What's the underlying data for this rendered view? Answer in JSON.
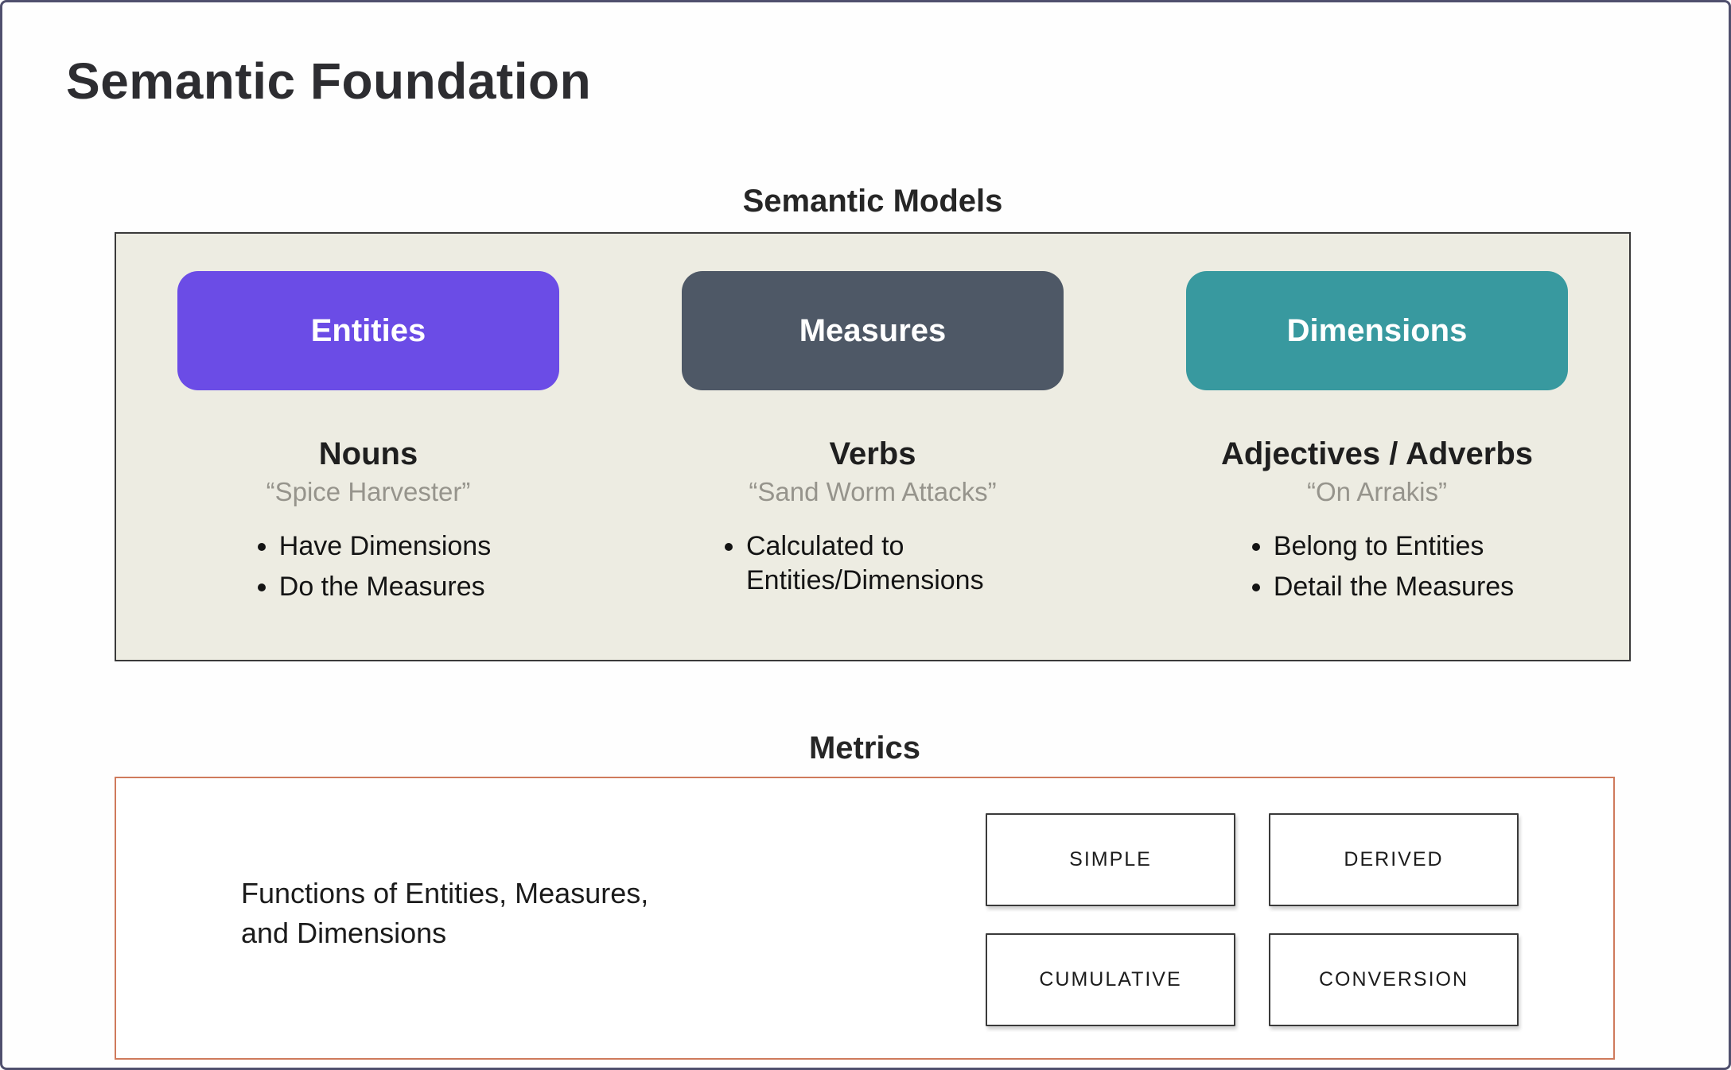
{
  "slide": {
    "title": "Semantic Foundation",
    "models": {
      "title": "Semantic Models",
      "panel_bg": "#edece2",
      "panel_border": "#3a3a3a",
      "columns": [
        {
          "pill_label": "Entities",
          "pill_color": "#6b4ce6",
          "heading": "Nouns",
          "quote": "“Spice Harvester”",
          "bullets": [
            "Have Dimensions",
            "Do the Measures"
          ]
        },
        {
          "pill_label": "Measures",
          "pill_color": "#4e5866",
          "heading": "Verbs",
          "quote": "“Sand Worm Attacks”",
          "bullets": [
            "Calculated to Entities/Dimensions"
          ]
        },
        {
          "pill_label": "Dimensions",
          "pill_color": "#38999f",
          "heading": "Adjectives / Adverbs",
          "quote": "“On Arrakis”",
          "bullets": [
            "Belong to Entities",
            "Detail the Measures"
          ]
        }
      ]
    },
    "metrics": {
      "title": "Metrics",
      "panel_border": "#cf7a5c",
      "description": "Functions of Entities, Measures,\nand Dimensions",
      "types": [
        "SIMPLE",
        "DERIVED",
        "CUMULATIVE",
        "CONVERSION"
      ]
    }
  }
}
